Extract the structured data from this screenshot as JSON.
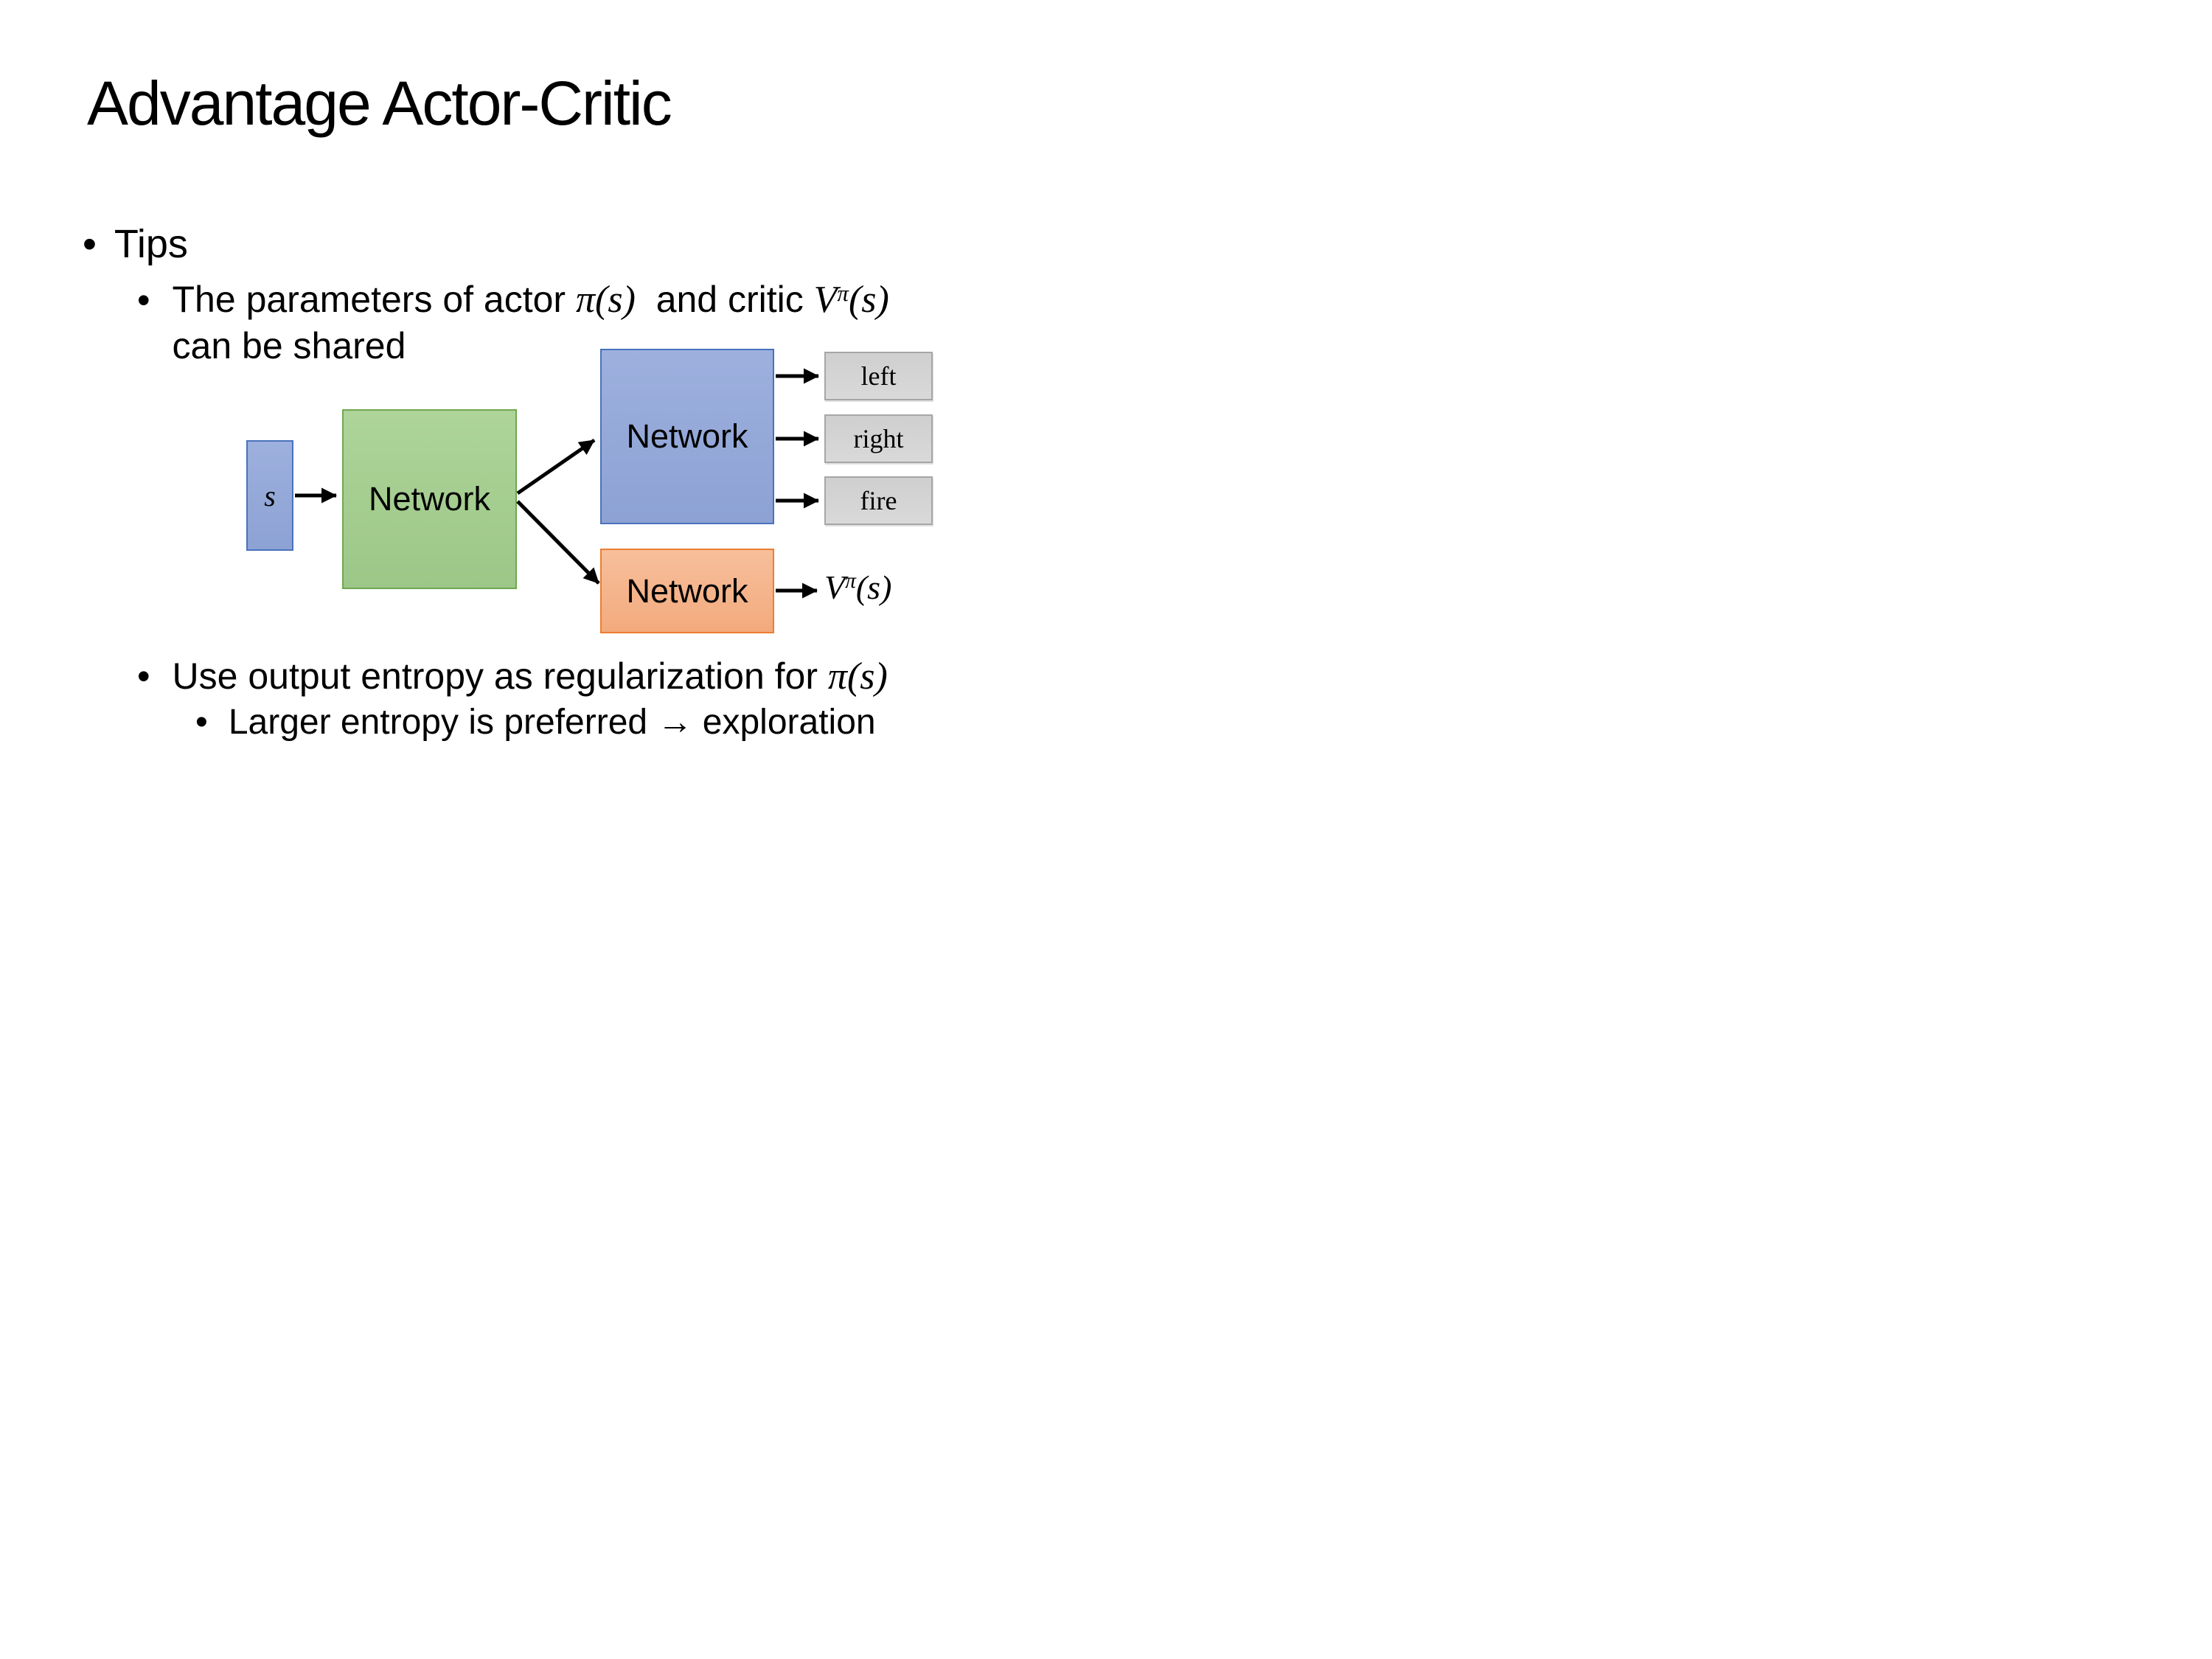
{
  "slide": {
    "title": "Advantage Actor-Critic",
    "bullet_char": "•",
    "bullets": {
      "tips_label": "Tips",
      "param_line": {
        "seg1": "The parameters of actor ",
        "math1": "π(s)",
        "seg2": "  and critic ",
        "math2_base": "V",
        "math2_sup": "π",
        "math2_args": "(s)"
      },
      "param_line2": "can be shared",
      "entropy_line": {
        "seg1": "Use output entropy as regularization for ",
        "math1": "π(s)"
      },
      "exploration_line": "Larger entropy is preferred → exploration"
    },
    "diagram": {
      "input_label": "s",
      "shared_network_label": "Network",
      "actor_network_label": "Network",
      "critic_network_label": "Network",
      "actions": [
        "left",
        "right",
        "fire"
      ],
      "critic_output": {
        "base": "V",
        "sup": "π",
        "args": "(s)"
      }
    },
    "colors": {
      "text_color": "#000000",
      "arrow_color": "#000000",
      "green_fill_top": "#aed49a",
      "green_fill_bottom": "#9cc787",
      "green_border": "#6fa84f",
      "blue_fill_top": "#9db0de",
      "blue_fill_bottom": "#8da2d4",
      "blue_border": "#4a72bc",
      "orange_fill_top": "#f7bf9c",
      "orange_fill_bottom": "#f3aa7c",
      "orange_border": "#ed7d31",
      "gray_fill_top": "#cfcfcf",
      "gray_fill_bottom": "#d9d9d9",
      "gray_border": "#a6a6a6"
    }
  }
}
